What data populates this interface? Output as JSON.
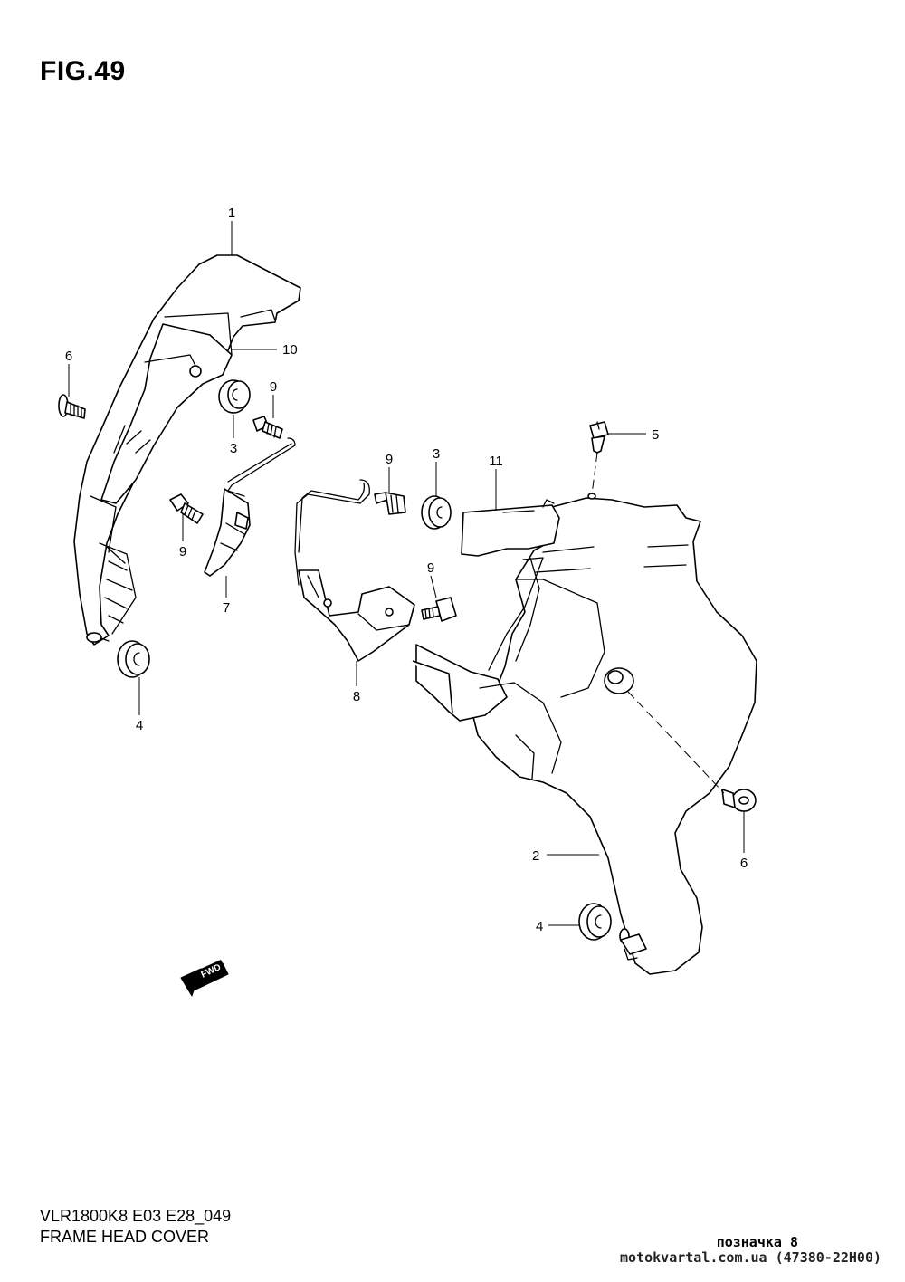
{
  "figure": {
    "title": "FIG.49"
  },
  "callouts": {
    "c1": "1",
    "c2": "2",
    "c3a": "3",
    "c3b": "3",
    "c4a": "4",
    "c4b": "4",
    "c5": "5",
    "c6a": "6",
    "c6b": "6",
    "c7": "7",
    "c8": "8",
    "c9a": "9",
    "c9b": "9",
    "c9c": "9",
    "c9d": "9",
    "c10": "10",
    "c11": "11"
  },
  "fwd_label": "FWD",
  "footer": {
    "model_code": "VLR1800K8 E03 E28_049",
    "caption": "FRAME HEAD COVER",
    "mark": "позначка 8",
    "source": "motokvartal.com.ua (47380-22H00)"
  }
}
